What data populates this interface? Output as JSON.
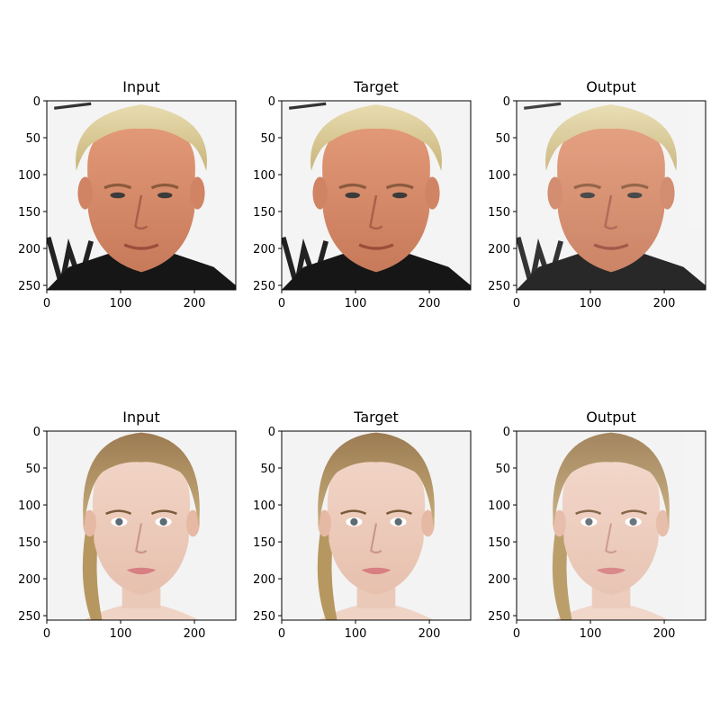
{
  "figure": {
    "rows": [
      {
        "subject": "blond man with slicked-back hair against a light background with dark logo marks",
        "panels": [
          {
            "title": "Input"
          },
          {
            "title": "Target"
          },
          {
            "title": "Output"
          }
        ]
      },
      {
        "subject": "blonde woman with hair pulled back against a plain light background",
        "panels": [
          {
            "title": "Input"
          },
          {
            "title": "Target"
          },
          {
            "title": "Output"
          }
        ]
      }
    ],
    "axis": {
      "x_ticks": [
        "0",
        "100",
        "200"
      ],
      "y_ticks": [
        "0",
        "50",
        "100",
        "150",
        "200",
        "250"
      ],
      "x_tick_values": [
        0,
        100,
        200
      ],
      "y_tick_values": [
        0,
        50,
        100,
        150,
        200,
        250
      ],
      "range": [
        0,
        256
      ]
    }
  }
}
